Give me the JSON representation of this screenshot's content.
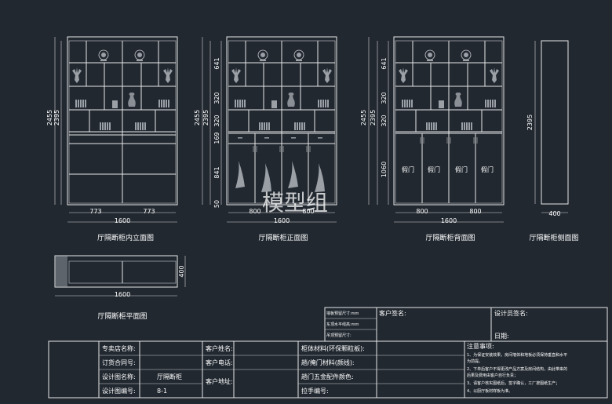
{
  "views": {
    "interior": {
      "caption": "厅隔断柜内立面图",
      "dim_left": [
        "2455",
        "2395"
      ],
      "dim_bottom": [
        "773",
        "773",
        "1600"
      ]
    },
    "front": {
      "caption": "厅隔断柜正面图",
      "dim_left": [
        "2455",
        "2395",
        "641",
        "320",
        "320",
        "169",
        "841",
        "50"
      ],
      "dim_bottom": [
        "800",
        "800",
        "1600"
      ]
    },
    "back": {
      "caption": "厅隔断柜背面图",
      "dim_left": [
        "2455",
        "2395",
        "641",
        "320",
        "320",
        "1060"
      ],
      "dim_bottom": [
        "800",
        "800",
        "1600"
      ],
      "false_door_label": "假门"
    },
    "side": {
      "caption": "厅隔断柜侧面图",
      "dim_left": [
        "2395"
      ],
      "dim_bottom": [
        "400"
      ]
    },
    "plan": {
      "caption": "厅隔断柜平面图",
      "dim_right": "400",
      "dim_bottom": "1600"
    }
  },
  "watermark": "模型组",
  "title_block": {
    "notes_small": [
      "墙板预留尺寸:mm",
      "东顶水平线高:mm",
      "吊顶预留尺寸:"
    ],
    "customer_sign": "客户签名:",
    "designer_sign": "设计员签名:",
    "date": "日期:",
    "rows": [
      {
        "c1": "专卖店名称:",
        "c2": "",
        "c3": "客户姓名:",
        "c4": "",
        "c5": "柜体材料(环保颗粒板):",
        "c6": ""
      },
      {
        "c1": "订货合同号:",
        "c2": "",
        "c3": "客户电话:",
        "c4": "",
        "c5": "趟/掩门材料(颜线):",
        "c6": ""
      },
      {
        "c1": "设计图名称:",
        "c2": "厅隔断柜",
        "c3": "客户地址:",
        "c4": "",
        "c5": "趟门五金配件颜色:",
        "c6": ""
      },
      {
        "c1": "设计图编号:",
        "c2": "8-1",
        "c3": "",
        "c4": "",
        "c5": "拉手编号:",
        "c6": ""
      }
    ],
    "notice_title": "注意事项:",
    "notice_lines": [
      "1、为保证安装效果，房间墙体和地板必须保持垂直和水平",
      "为前提。",
      "2、下单后客户不得更改产品方案及房间结构，由此带来的",
      "后果及费用由客户自行负责；",
      "3、请客户核实图纸后，签字确认，工厂按图纸生产；",
      "4、以厨厅板材样板为准。"
    ]
  }
}
